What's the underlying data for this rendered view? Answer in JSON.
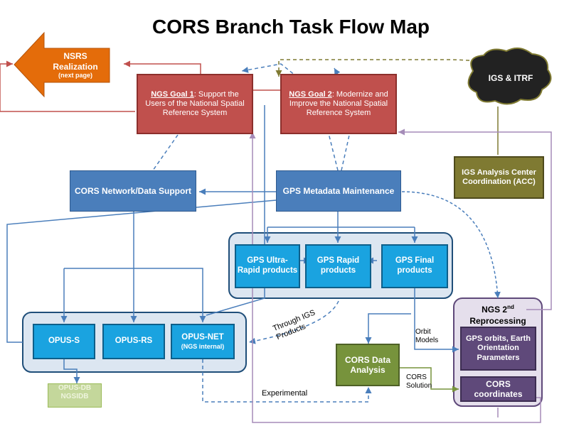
{
  "title": "CORS Branch Task Flow Map",
  "nsrs": {
    "line1": "NSRS",
    "line2": "Realization",
    "line3": "(next page)"
  },
  "goal1": {
    "label": "NGS Goal 1",
    "text": ": Support the Users of the National Spatial Reference System"
  },
  "goal2": {
    "label": "NGS Goal 2",
    "text": ": Modernize and Improve the National Spatial Reference System"
  },
  "igs_itrf": "IGS & ITRF",
  "igs_acc": "IGS Analysis Center Coordination (ACC)",
  "cors_network": "CORS Network/Data Support",
  "gps_metadata": "GPS Metadata Maintenance",
  "products": {
    "ultra": "GPS Ultra-Rapid products",
    "rapid": "GPS Rapid products",
    "final": "GPS Final products"
  },
  "opus": {
    "s": "OPUS-S",
    "rs": "OPUS-RS",
    "net": "OPUS-NET",
    "net_sub": "(NGS internal)",
    "db": "OPUS-DB NGSIDB"
  },
  "cors_analysis": "CORS Data Analysis",
  "reprocessing": {
    "title": "NGS 2",
    "sup": "nd",
    "title2": "Reprocessing",
    "orbits": "GPS orbits, Earth Orientation Parameters",
    "coords": "CORS coordinates"
  },
  "labels": {
    "through_igs": "Through IGS Products",
    "orbit_models": "Orbit Models",
    "cors_solution": "CORS Solution",
    "experimental": "Experimental"
  },
  "colors": {
    "blue": "#4a7ebb",
    "red": "#c0504d",
    "orange": "#e46c0a",
    "green": "#77933c",
    "olive": "#7f7a32",
    "purple": "#5f497a",
    "cyan": "#1aa3e0"
  }
}
